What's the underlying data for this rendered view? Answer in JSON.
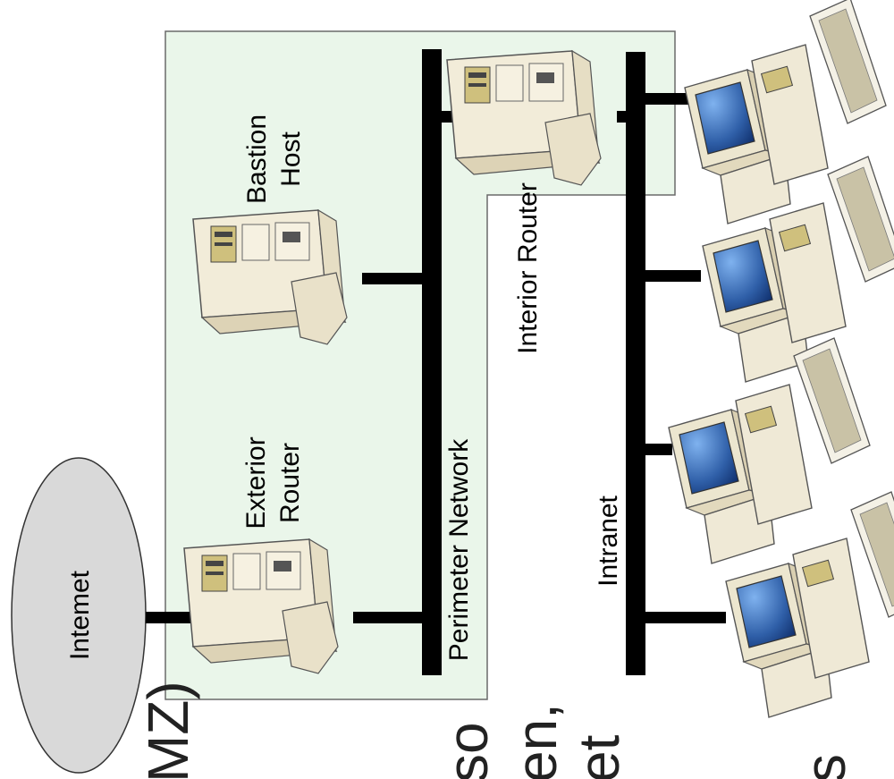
{
  "diagram": {
    "labels": {
      "internet": "Intemet",
      "exterior_router": [
        "Exterior",
        "Router"
      ],
      "bastion_host": [
        "Bastion",
        "Host"
      ],
      "perimeter_network": "Perimeter Network",
      "interior_router": "Interior Router",
      "intranet": "Intranet"
    },
    "cut_off_text": [
      "MZ)",
      "so",
      "en,",
      "et",
      "s"
    ],
    "colors": {
      "perimeter_zone": "#eaf6ea",
      "network_bus": "#000000",
      "internet_cloud": "#d9d9d9",
      "device_body": "#efe9d6",
      "screen": "#2f5fa8"
    }
  }
}
